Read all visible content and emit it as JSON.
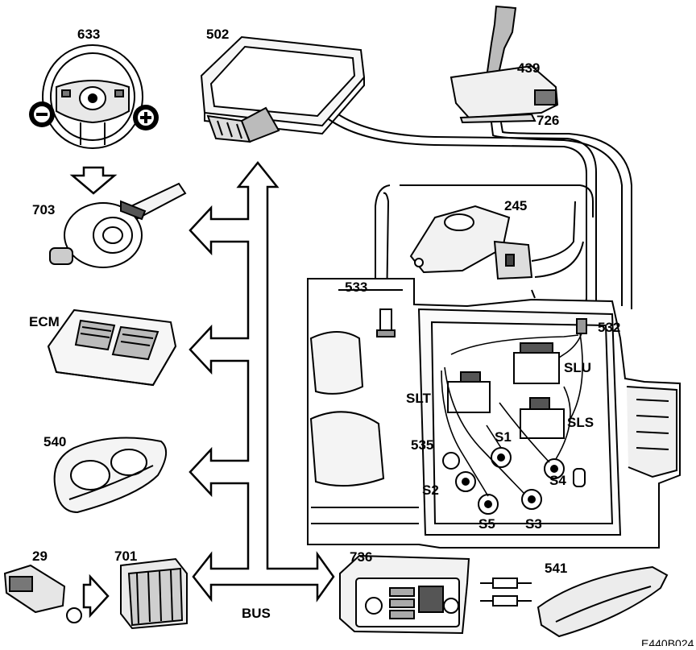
{
  "labels": {
    "steering_wheel": "633",
    "stalk_switch": "703",
    "ecm": "ECM",
    "instrument_cluster": "540",
    "switch_29": "29",
    "module_701": "701",
    "control_module": "502",
    "bus": "BUS",
    "climate_panel": "736",
    "display_541": "541",
    "gear_selector": "439",
    "selector_sensor": "726",
    "position_switch": "245",
    "speed_sensor_533": "533",
    "speed_sensor_532": "532",
    "solenoid_slu": "SLU",
    "solenoid_slt": "SLT",
    "solenoid_sls": "SLS",
    "sensor_535": "535",
    "solenoid_s1": "S1",
    "solenoid_s2": "S2",
    "solenoid_s3": "S3",
    "solenoid_s4": "S4",
    "solenoid_s5": "S5",
    "steering_minus": "−",
    "steering_plus": "+",
    "figure_id": "E440B024"
  }
}
